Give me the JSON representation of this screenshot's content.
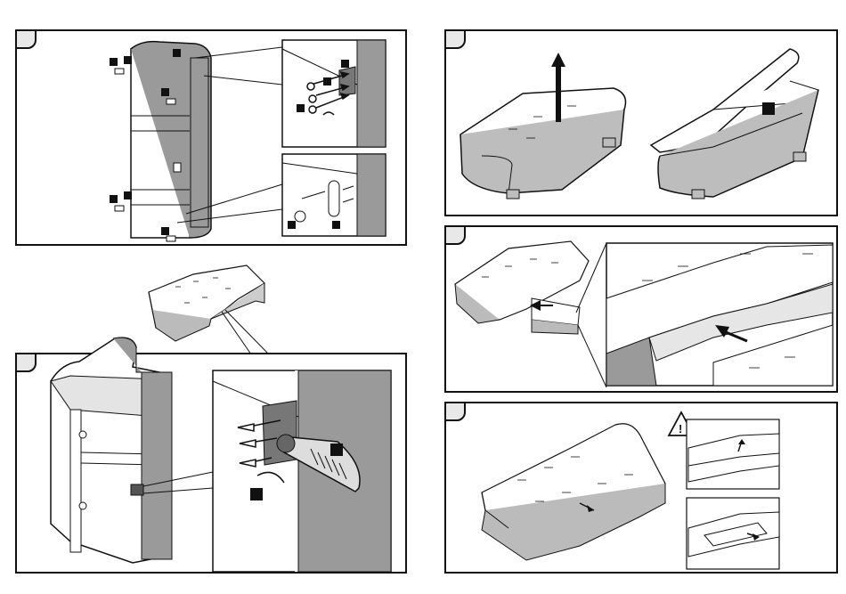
{
  "page": {
    "panels": [
      {
        "id": "step-1",
        "step_label": ""
      },
      {
        "id": "step-2",
        "step_label": ""
      },
      {
        "id": "step-3",
        "step_label": ""
      },
      {
        "id": "step-4",
        "step_label": ""
      },
      {
        "id": "step-5",
        "step_label": ""
      }
    ],
    "warning_symbol": "!",
    "icons": [
      "screw-icon",
      "bracket-icon",
      "arrow-up-icon",
      "arrow-right-icon",
      "warning-icon",
      "rotate-arrow-icon"
    ],
    "colors": {
      "line": "#111111",
      "grey_fill": "#9a9a9a",
      "light_grey": "#d6d6d6",
      "label_box": "#111111"
    }
  }
}
